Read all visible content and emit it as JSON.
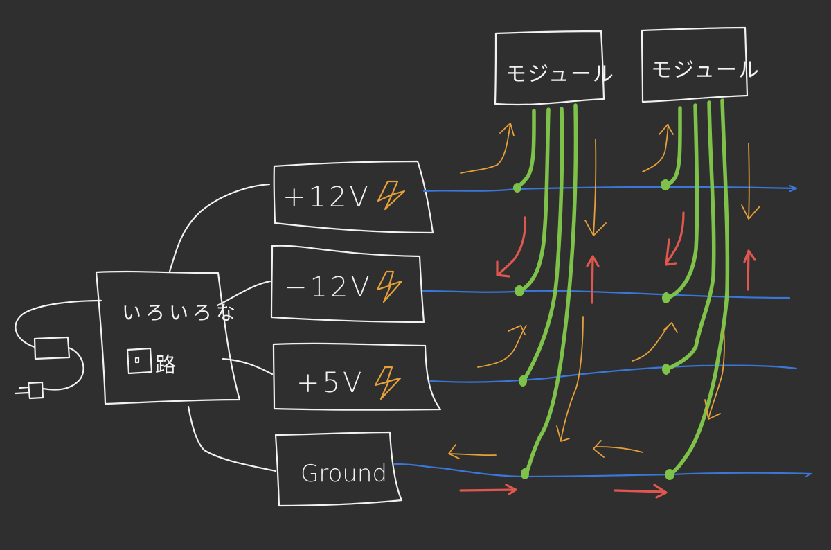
{
  "canvas": {
    "background": "#2f2f2f",
    "colors": {
      "outline": "#f2f2f2",
      "rail": "#3a77d8",
      "pin": "#7ec24a",
      "flow_arrow": "#e6a03a",
      "current_arrow": "#e0574f",
      "bolt": "#e6a03a"
    }
  },
  "circuit": {
    "line1": "いろいろな",
    "line2": "回路"
  },
  "plug": {
    "icon": "power-plug-icon",
    "adapter_icon": "power-adapter-icon"
  },
  "rails": [
    {
      "label": "+12V",
      "icon": "lightning-bolt-icon"
    },
    {
      "label": "−12V",
      "icon": "lightning-bolt-icon"
    },
    {
      "label": "+5V",
      "icon": "lightning-bolt-icon"
    },
    {
      "label": "Ground",
      "icon": null
    }
  ],
  "modules": [
    {
      "label": "モジュール"
    },
    {
      "label": "モジュール"
    }
  ]
}
